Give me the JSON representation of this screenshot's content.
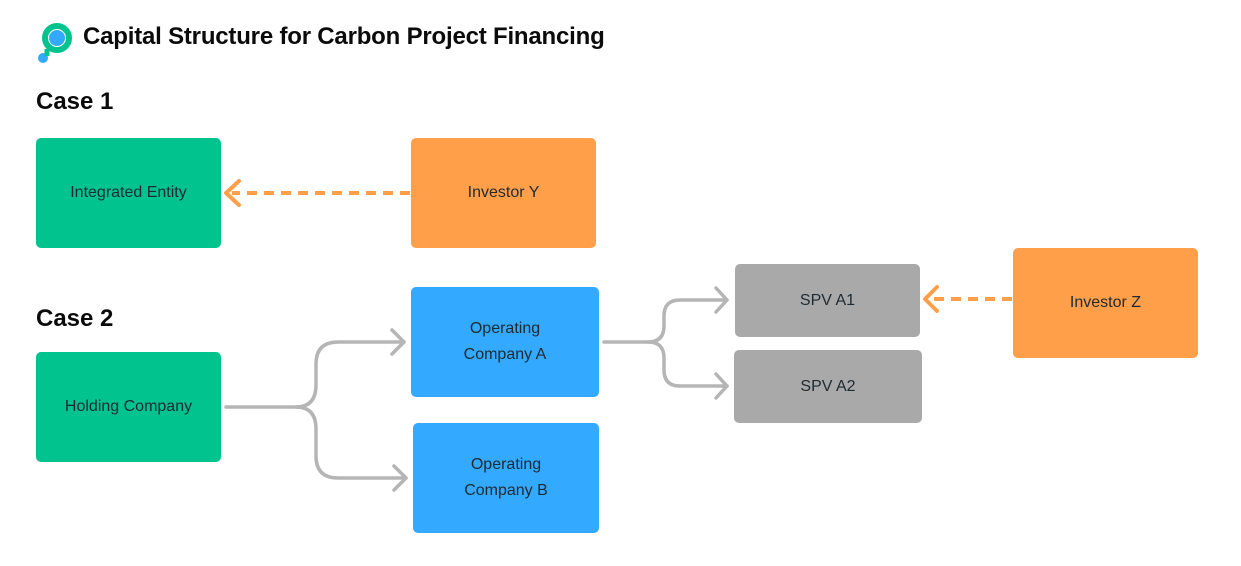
{
  "header": {
    "title": "Capital Structure for Carbon Project Financing",
    "logo_icon": "brand-logo-icon"
  },
  "colors": {
    "entity": "#00c38e",
    "investor": "#ff9f4a",
    "operating_company": "#33a9ff",
    "spv": "#a9a9a9",
    "connector": "#b5b5b5",
    "investment_arrow": "#ff9f4a"
  },
  "cases": [
    {
      "label": "Case 1",
      "nodes": [
        {
          "id": "integrated-entity",
          "label": "Integrated Entity"
        },
        {
          "id": "investor-y",
          "label": "Investor Y"
        }
      ],
      "edges": [
        {
          "from": "investor-y",
          "to": "integrated-entity",
          "style": "dashed"
        }
      ]
    },
    {
      "label": "Case 2",
      "nodes": [
        {
          "id": "holding-company",
          "label": "Holding Company"
        },
        {
          "id": "operating-company-a",
          "label": "Operating Company A"
        },
        {
          "id": "operating-company-b",
          "label": "Operating Company B"
        },
        {
          "id": "spv-a1",
          "label": "SPV A1"
        },
        {
          "id": "spv-a2",
          "label": "SPV A2"
        },
        {
          "id": "investor-z",
          "label": "Investor Z"
        }
      ],
      "edges": [
        {
          "from": "holding-company",
          "to": "operating-company-a",
          "style": "solid"
        },
        {
          "from": "holding-company",
          "to": "operating-company-b",
          "style": "solid"
        },
        {
          "from": "operating-company-a",
          "to": "spv-a1",
          "style": "solid"
        },
        {
          "from": "operating-company-a",
          "to": "spv-a2",
          "style": "solid"
        },
        {
          "from": "investor-z",
          "to": "spv-a1",
          "style": "dashed"
        }
      ]
    }
  ]
}
